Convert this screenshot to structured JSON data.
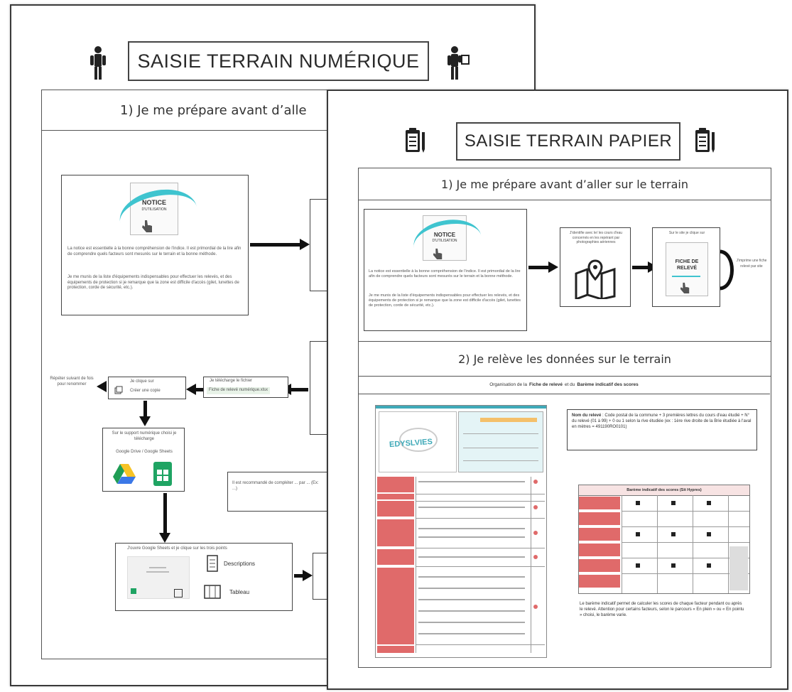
{
  "back_page": {
    "title": "SAISIE TERRAIN NUMÉRIQUE",
    "icon_left": "person-walking-icon",
    "icon_right": "person-with-tablet-icon",
    "section1_header": "1) Je me prépare avant d’alle",
    "notice_label": "NOTICE",
    "notice_sub": "D'UTILISATION",
    "notice_text_1": "La notice est essentielle à la bonne compréhension de l'indice. Il est primordial de la lire afin de comprendre quels facteurs sont mesurés sur le terrain et la bonne méthode.",
    "notice_text_2": "Je me munis de la liste d'équipements indispensables pour effectuer les relevés, et des équipements de protection si je remarque que la zone est difficile d'accès (gilet, lunettes de protection, corde de sécurité, etc.).",
    "click_box_title": "Je clique sur",
    "click_box_sub": "Créer une copie",
    "file_box_title": "Je télécharge le fichier",
    "file_box_sub": "Fiche de relevé numérique.xlsx",
    "side_note": "Répéter suivant de fois pour renommer",
    "support_title": "Sur le support numérique choisi je télécharge",
    "support_apps": "Google Drive / Google Sheets",
    "recommend_text": "Il est recommandé de compléter ... par ... (Ex: ...)",
    "bottom_box_title": "J'ouvre Google Sheets et je clique sur les trois points",
    "bottom_item_1": "Descriptions",
    "bottom_item_2": "Tableau"
  },
  "front_page": {
    "title": "SAISIE TERRAIN PAPIER",
    "icon_left": "clipboard-pen-icon",
    "icon_right": "clipboard-pen-icon",
    "section1_header": "1) Je me prépare avant d’aller sur le terrain",
    "notice_label": "NOTICE",
    "notice_sub": "D'UTILISATION",
    "notice_text_1": "La notice est essentielle à la bonne compréhension de l'indice. Il est primordial de la lire afin de comprendre quels facteurs sont mesurés sur le terrain et la bonne méthode.",
    "notice_text_2": "Je me munis de la liste d'équipements indispensables pour effectuer les relevés, et des équipements de protection si je remarque que la zone est difficile d'accès (gilet, lunettes de protection, corde de sécurité, etc.).",
    "map_box_text": "J'identifie avec le/ les cours d'eau concernés en les repérant par photographies aériennes",
    "map_icon": "map-pin-icon",
    "fiche_box_top": "Sur le site je clique sur",
    "fiche_label": "FICHE DE RELEVÉ",
    "fiche_side_note": "J'imprime une fiche relevé par site",
    "section2_header": "2) Je relève les données sur le terrain",
    "org_line_pre": "Organisation de la",
    "org_bold_1": "Fiche de relevé",
    "org_mid": "et du",
    "org_bold_2": "Barème indicatif des scores",
    "logo_text": "EDYSLVIES",
    "nom_label": "Nom du relevé",
    "nom_text": ": Code postal de la commune + 3 premières lettres du cours d'eau étudié + N° du relevé (01 à 99) + 0 ou 1 selon la rive étudiée (ex : 1ère rive droite de la Brie étudiée à l'aval en mètres = 491190RO0101)",
    "bareme_title": "Barème indicatif des scores (Sit Hypres)",
    "bareme_text": "Le barème indicatif permet de calculer les scores de chaque facteur pendant ou après le relevé. Attention pour certains facteurs, selon le parcours « En plein » ou « En pointu » choisi, le barème varie.",
    "colors": {
      "accent_red": "#e06a6a",
      "teal": "#3fc4cf"
    }
  }
}
